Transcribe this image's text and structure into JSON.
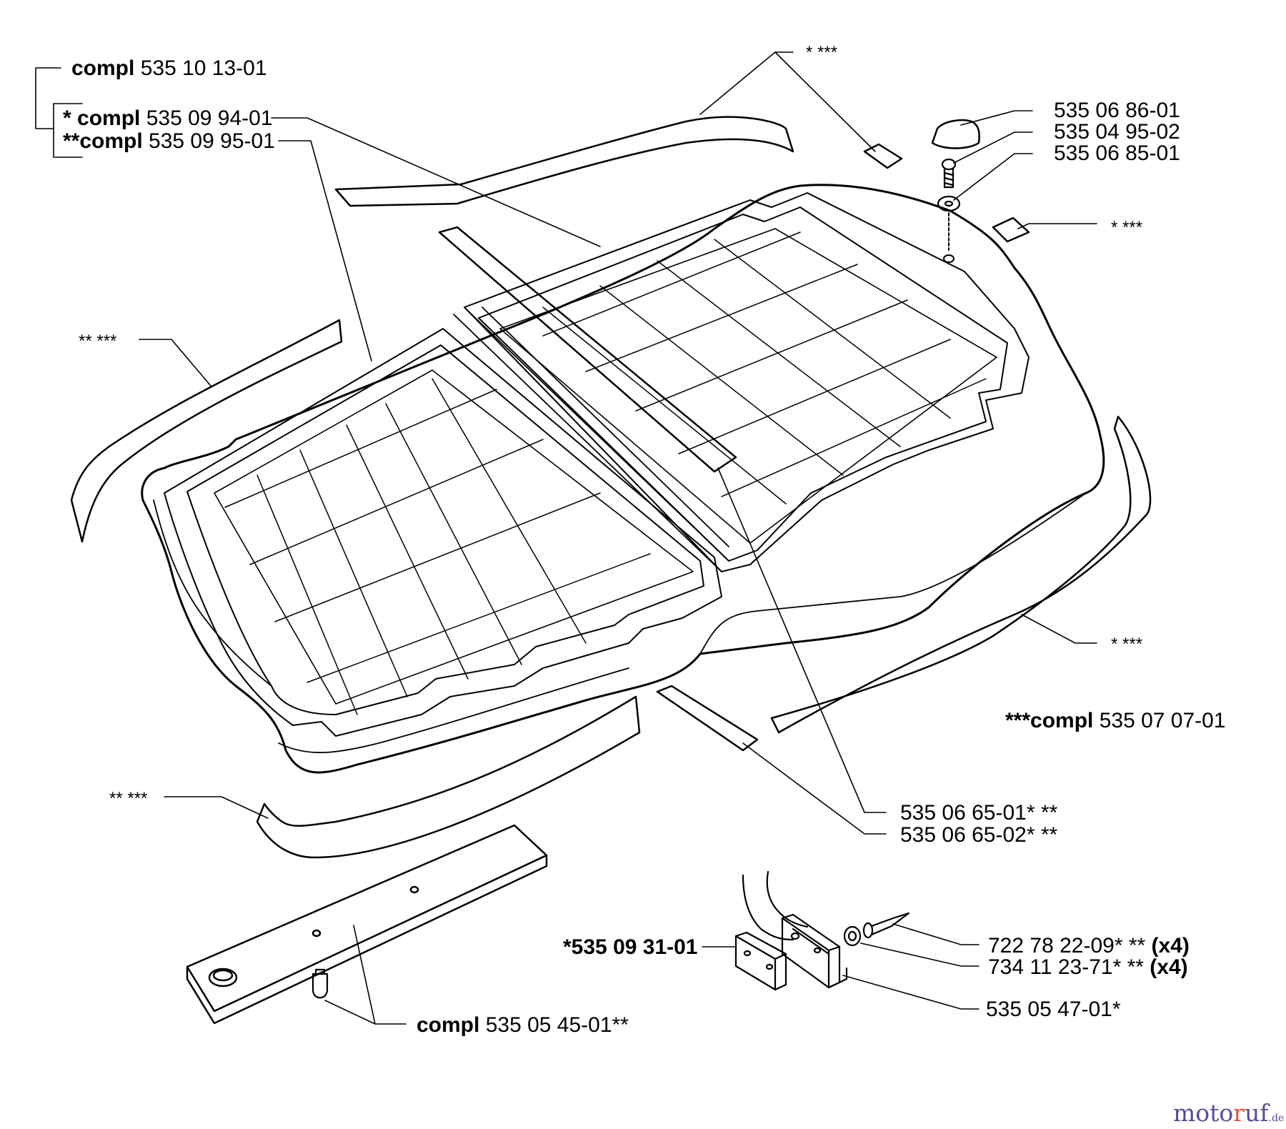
{
  "labels": {
    "compl_top": {
      "bold": "compl",
      "rest": " 535 10 13-01"
    },
    "compl_star": {
      "bold": "* compl",
      "rest": " 535 09 94-01"
    },
    "compl_dstar": {
      "bold": "**compl",
      "rest": " 535 09 95-01"
    },
    "decal_top_stars": "* ***",
    "cap": "535 06 86-01",
    "screw": "535 04 95-02",
    "washer": "535 06 85-01",
    "decal_right_stars": "* ***",
    "decal_left_stars": "** ***",
    "decal_front_right_stars": "* ***",
    "compl_decals": {
      "bold": "***compl",
      "rest": " 535 07 07-01"
    },
    "decal_front_left_stars": "** ***",
    "strip_1": "535 06 65-01* **",
    "strip_2": "535 06 65-02* **",
    "bracket_plate": "*535 09 31-01",
    "rivet": {
      "text": "722 78 22-09* ** ",
      "bold": "(x4)"
    },
    "rivet_washer": {
      "text": "734 11 23-71* ** ",
      "bold": "(x4)"
    },
    "bracket": "535 05 47-01*",
    "seat_rail": {
      "bold": "compl",
      "rest": " 535 05 45-01**"
    }
  },
  "watermark": {
    "part1": "moto",
    "part2": "r",
    "part3": "uf",
    "suffix": ".de"
  }
}
